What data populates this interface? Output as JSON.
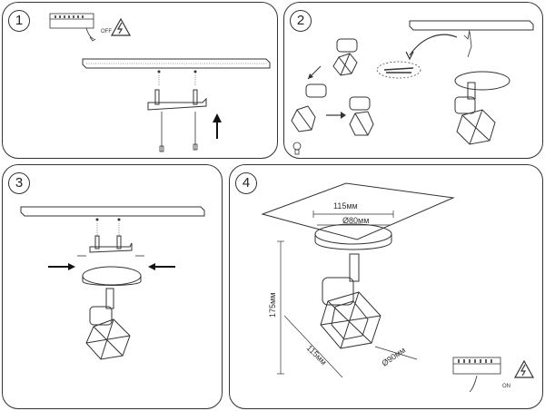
{
  "steps": [
    {
      "number": "1",
      "switch_label": "OFF"
    },
    {
      "number": "2"
    },
    {
      "number": "3"
    },
    {
      "number": "4",
      "switch_label": "ON",
      "dimensions": {
        "canopy_width": "115мм",
        "base_diameter": "Ø80мм",
        "height": "175мм",
        "depth": "115мм",
        "shade_diameter": "Ø90мм"
      }
    }
  ],
  "icons": [
    "high-voltage-icon",
    "arrow-icon",
    "screw-icon",
    "bulb-icon"
  ],
  "colors": {
    "line": "#333333",
    "background": "#ffffff"
  }
}
